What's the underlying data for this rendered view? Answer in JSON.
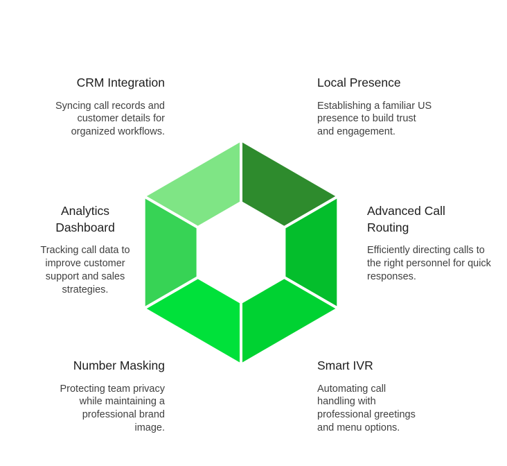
{
  "diagram": {
    "type": "hexagon-ring-infographic",
    "background": "#ffffff",
    "items": [
      {
        "id": "crm-integration",
        "position": "top-left",
        "title": "CRM Integration",
        "description": "Syncing call records and customer details for organized workflows.",
        "color": "#7FE585"
      },
      {
        "id": "local-presence",
        "position": "top-right",
        "title": "Local Presence",
        "description": "Establishing a familiar US presence to build trust and engagement.",
        "color": "#2E8B2D"
      },
      {
        "id": "advanced-call-routing",
        "position": "mid-right",
        "title": "Advanced Call Routing",
        "description": "Efficiently directing calls to the right personnel for quick responses.",
        "color": "#04BE2C"
      },
      {
        "id": "smart-ivr",
        "position": "bottom-right",
        "title": "Smart IVR",
        "description": "Automating call handling with professional greetings and menu options.",
        "color": "#00D232"
      },
      {
        "id": "number-masking",
        "position": "bottom-left",
        "title": "Number Masking",
        "description": "Protecting team privacy while maintaining a professional brand image.",
        "color": "#00E13A"
      },
      {
        "id": "analytics-dashboard",
        "position": "mid-left",
        "title": "Analytics Dashboard",
        "description": "Tracking call data to improve customer support and sales strategies.",
        "color": "#37D355"
      }
    ],
    "separator_color": "#ffffff"
  }
}
